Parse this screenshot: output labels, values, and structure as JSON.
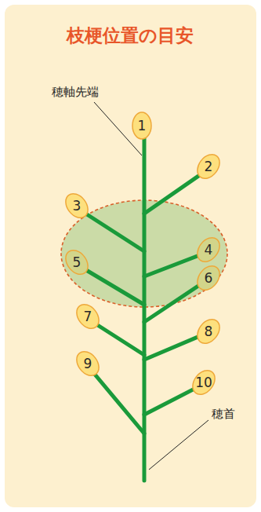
{
  "diagram": {
    "title": "枝梗位置の目安",
    "nodes": [
      {
        "text": [
          "1"
        ]
      },
      {
        "text": [
          "2"
        ]
      },
      {
        "text": [
          "3"
        ]
      },
      {
        "text": [
          "4"
        ]
      },
      {
        "text": [
          "5"
        ]
      },
      {
        "text": [
          "6"
        ]
      },
      {
        "text": [
          "7"
        ]
      },
      {
        "text": [
          "8"
        ]
      },
      {
        "text": [
          "9"
        ]
      },
      {
        "text": [
          "10"
        ]
      }
    ],
    "labels": [
      "穂軸先端",
      "穂首"
    ]
  }
}
